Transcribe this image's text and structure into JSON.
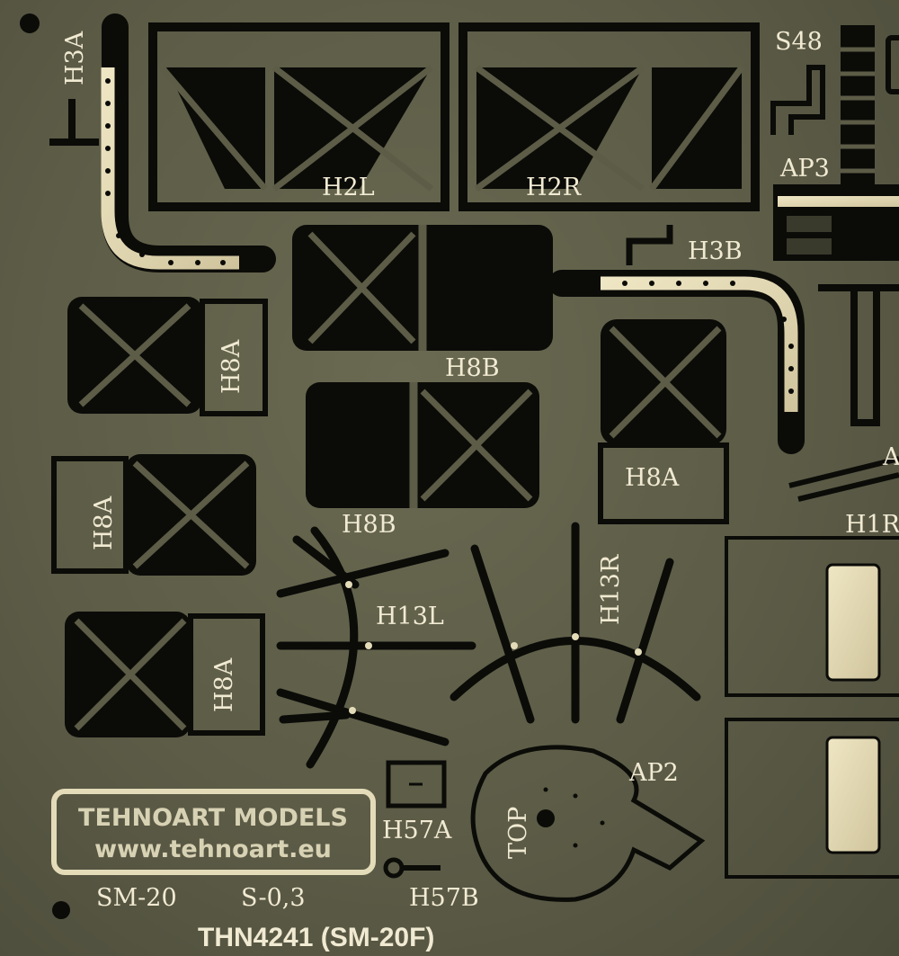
{
  "labels": {
    "h3a": "H3A",
    "h2l": "H2L",
    "h2r": "H2R",
    "s48": "S48",
    "ap3": "AP3",
    "h3b": "H3B",
    "h8a": "H8A",
    "h8b": "H8B",
    "h1r": "H1R",
    "a": "A",
    "h13l": "H13L",
    "h13r": "H13R",
    "ap2": "AP2",
    "top": "TOP",
    "h57a": "H57A",
    "h57b": "H57B"
  },
  "brand": {
    "name": "TEHNOART MODELS",
    "url": "www.tehnoart.eu"
  },
  "footer": {
    "model": "SM-20",
    "thickness": "S-0,3",
    "product": "THN4241 (SM-20F)"
  },
  "colors": {
    "sheet": "#5c5c47",
    "cutout": "#0b0b08",
    "brass": "#e4dcb9",
    "text": "#f1ead2"
  }
}
